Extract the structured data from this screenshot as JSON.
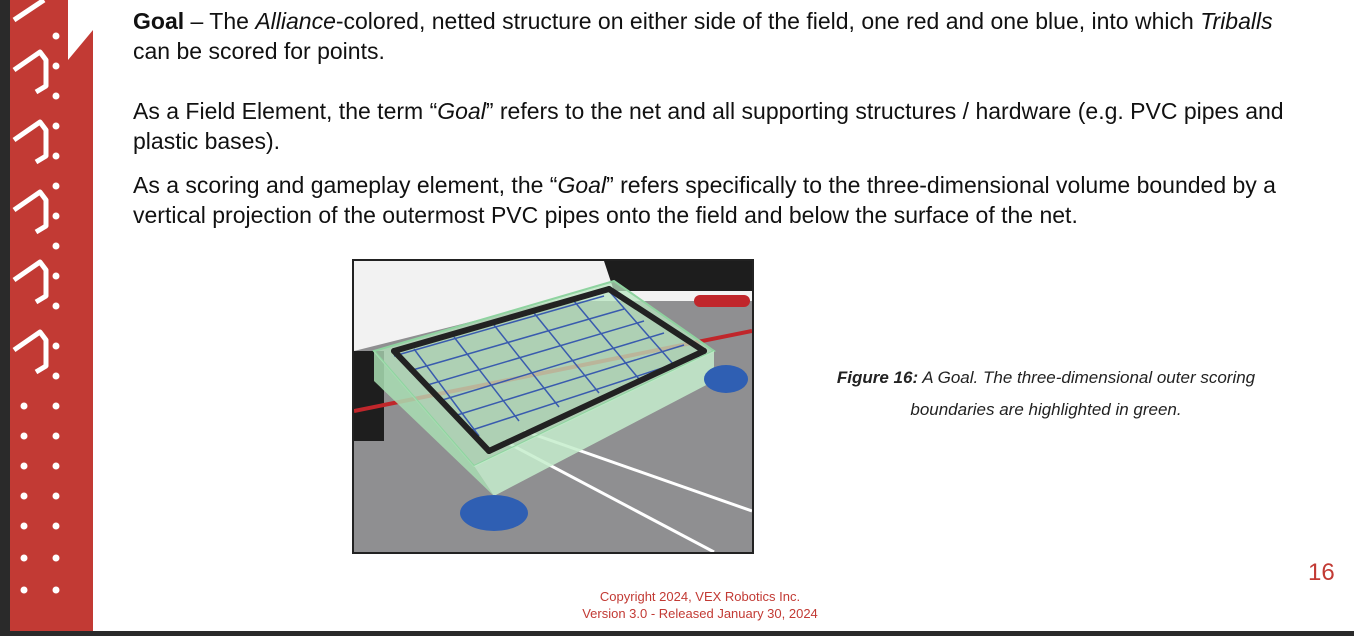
{
  "paragraphs": {
    "goal_term": "Goal",
    "goal_dash": " – The ",
    "goal_alliance": "Alliance",
    "goal_rest1": "-colored, netted structure on either side of the field, one red and one blue, into which ",
    "goal_triballs": "Triballs",
    "goal_rest2": " can be scored for points.",
    "p2_start": "As a Field Element, the term “",
    "p2_goal": "Goal",
    "p2_end": "” refers to the net and all supporting structures / hardware (e.g. PVC pipes and plastic bases).",
    "p3_start": "As a scoring and gameplay element, the “",
    "p3_goal": "Goal",
    "p3_end": "” refers specifically to the three-dimensional volume bounded by a vertical projection of the outermost PVC pipes onto the field and below the surface of the net."
  },
  "figure": {
    "label": "Figure 16:",
    "caption": " A Goal. The three-dimensional outer scoring boundaries are highlighted in green."
  },
  "page_number": "16",
  "footer": {
    "copyright": "Copyright 2024, VEX Robotics Inc.",
    "version": "Version 3.0 - Released January 30, 2024"
  },
  "colors": {
    "accent": "#c23a34",
    "goal_blue": "#2f5fb3",
    "highlight_green": "#b8e6c0"
  }
}
